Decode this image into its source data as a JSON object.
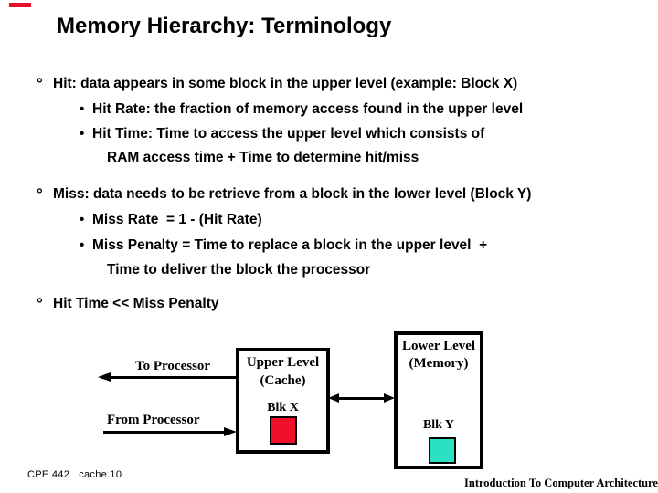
{
  "slide": {
    "title": "Memory Hierarchy: Terminology"
  },
  "colors": {
    "corner_mark": "#e8112d",
    "block_x_fill": "#f0102c",
    "block_y_fill": "#2ce0c2",
    "text": "#000000"
  },
  "content": {
    "bullet_l1": "°",
    "bullet_l2": "•",
    "block1": {
      "head": "Hit: data appears in some block in the upper level (example: Block X)",
      "sub1": "Hit Rate: the fraction of memory access found in the upper level",
      "sub2": "Hit Time: Time to access the upper level which consists of",
      "cont": "RAM access time + Time to determine hit/miss"
    },
    "block2": {
      "head": "Miss: data needs to be retrieve from a block in the lower level (Block Y)",
      "sub1": "Miss Rate  = 1 - (Hit Rate)",
      "sub2": "Miss Penalty = Time to replace a block in the upper level  +",
      "cont": "Time to deliver the block the processor"
    },
    "block3": {
      "head": "Hit Time << Miss Penalty"
    }
  },
  "diagram": {
    "to_processor_label": "To Processor",
    "from_processor_label": "From Processor",
    "upper_box": {
      "title_line1": "Upper Level",
      "title_line2": "(Cache)",
      "block_label": "Blk X"
    },
    "lower_box": {
      "title_line1": "Lower Level",
      "title_line2": "(Memory)",
      "block_label": "Blk Y"
    }
  },
  "footer": {
    "left": "CPE 442   cache.10",
    "right": "Introduction To Computer Architecture"
  }
}
